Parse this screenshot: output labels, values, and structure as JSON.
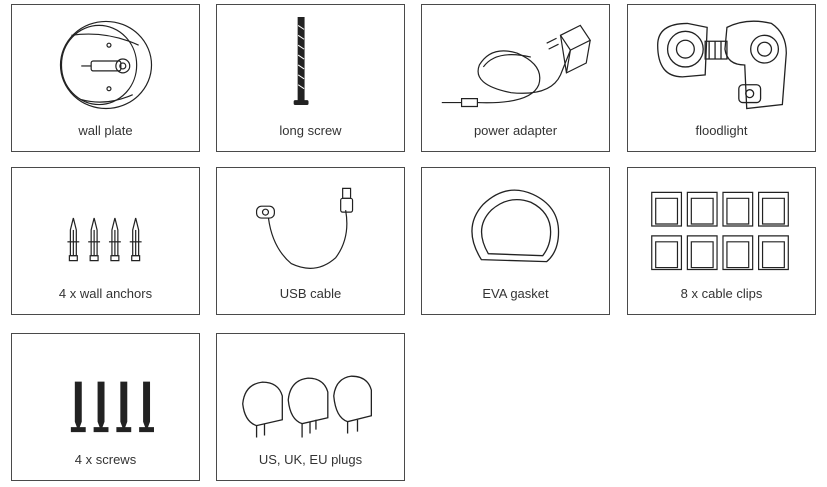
{
  "items": [
    {
      "label": "wall plate"
    },
    {
      "label": "long screw"
    },
    {
      "label": "power adapter"
    },
    {
      "label": "floodlight"
    },
    {
      "label": "4 x wall anchors"
    },
    {
      "label": "USB cable"
    },
    {
      "label": "EVA gasket"
    },
    {
      "label": "8 x cable clips"
    },
    {
      "label": "4 x screws"
    },
    {
      "label": "US, UK, EU plugs"
    }
  ]
}
